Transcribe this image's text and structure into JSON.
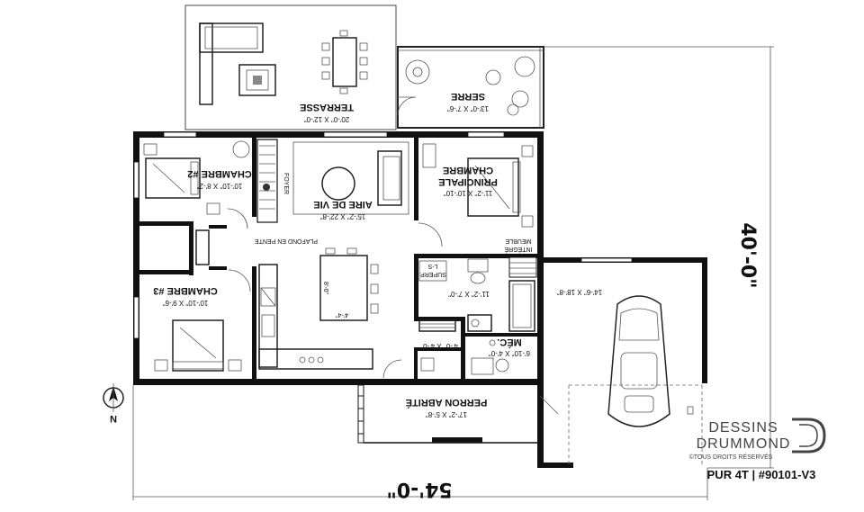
{
  "rooms": {
    "terrasse": {
      "name": "TERRASSE",
      "dim": "20'-0\" X 12'-0\""
    },
    "serre": {
      "name": "SERRE",
      "dim": "13'-0\" X 7'-6\""
    },
    "chambre2": {
      "name": "CHAMBRE #2",
      "dim": "10'-10\" X 8'-2\""
    },
    "aire": {
      "name": "AIRE DE VIE",
      "dim": "15'-2\" X 22'-8\""
    },
    "principale_l1": "CHAMBRE",
    "principale_l2": "PRINCIPALE",
    "principale_dim": "11'-2\" X 10'-10\"",
    "chambre3": {
      "name": "CHAMBRE #3",
      "dim": "10'-10\" X 9'-6\""
    },
    "bain_dim": "11'-2\" X 7'-0\"",
    "placard_dim": "4'-0\" X 4'-0\"",
    "mec": {
      "name": "MÉC.",
      "dim": "6'-10\" X 4'-0\""
    },
    "garage_dim": "14'-6\" X 18'-8\"",
    "perron": {
      "name": "PERRON ABRITÉ",
      "dim": "17'-2\" X 5'-8\""
    }
  },
  "notes": {
    "foyer": "FOYER",
    "plafond": "PLAFOND EN PENTE",
    "meuble_l1": "MEUBLE",
    "meuble_l2": "INTÉGRÉ",
    "superp_l1": "L-S",
    "superp_l2": "SUPERP.",
    "island_w": "4'-4\"",
    "island_l": "8'-0\""
  },
  "dimensions": {
    "overall_width": "54'-0\"",
    "overall_depth": "40'-0\""
  },
  "compass": {
    "north": "N"
  },
  "brand": {
    "line1": "DESSINS",
    "line2": "DRUMMOND",
    "rights": "©TOUS DROITS RÉSERVÉS",
    "plan_code": "PUR 4T | #90101-V3"
  },
  "colors": {
    "wall": "#111111",
    "line": "#222222",
    "background": "#ffffff"
  }
}
